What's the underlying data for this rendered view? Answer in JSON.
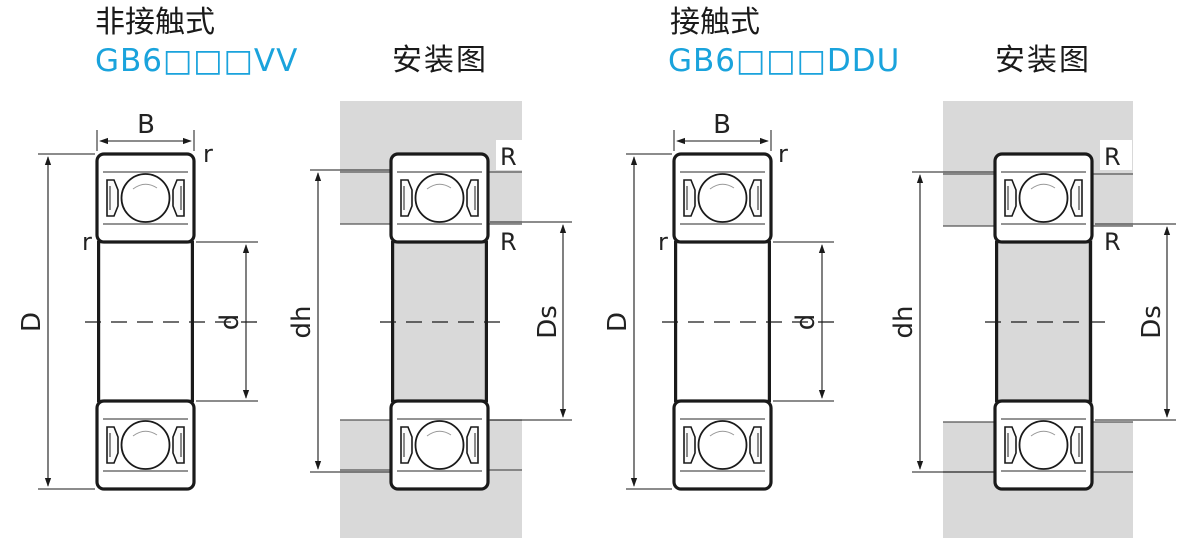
{
  "left_panel": {
    "type_label": "非接触式",
    "model_code": "GB6□□□VV",
    "install_label": "安装图",
    "bearing_labels": {
      "width": "B",
      "radius_top": "r",
      "radius_inner": "r",
      "outer_diameter": "D",
      "bore_diameter": "d"
    },
    "housing_labels": {
      "radius_top": "R",
      "radius_inner": "R",
      "housing_diameter": "dh",
      "shaft_diameter": "Ds"
    }
  },
  "right_panel": {
    "type_label": "接触式",
    "model_code": "GB6□□□DDU",
    "install_label": "安装图",
    "bearing_labels": {
      "width": "B",
      "radius_top": "r",
      "radius_inner": "r",
      "outer_diameter": "D",
      "bore_diameter": "d"
    },
    "housing_labels": {
      "radius_top": "R",
      "radius_inner": "R",
      "housing_diameter": "dh",
      "shaft_diameter": "Ds"
    }
  },
  "colors": {
    "model_code": "#1aa3dc",
    "line": "#1a1a1a",
    "housing_fill": "#d9d9d9"
  }
}
